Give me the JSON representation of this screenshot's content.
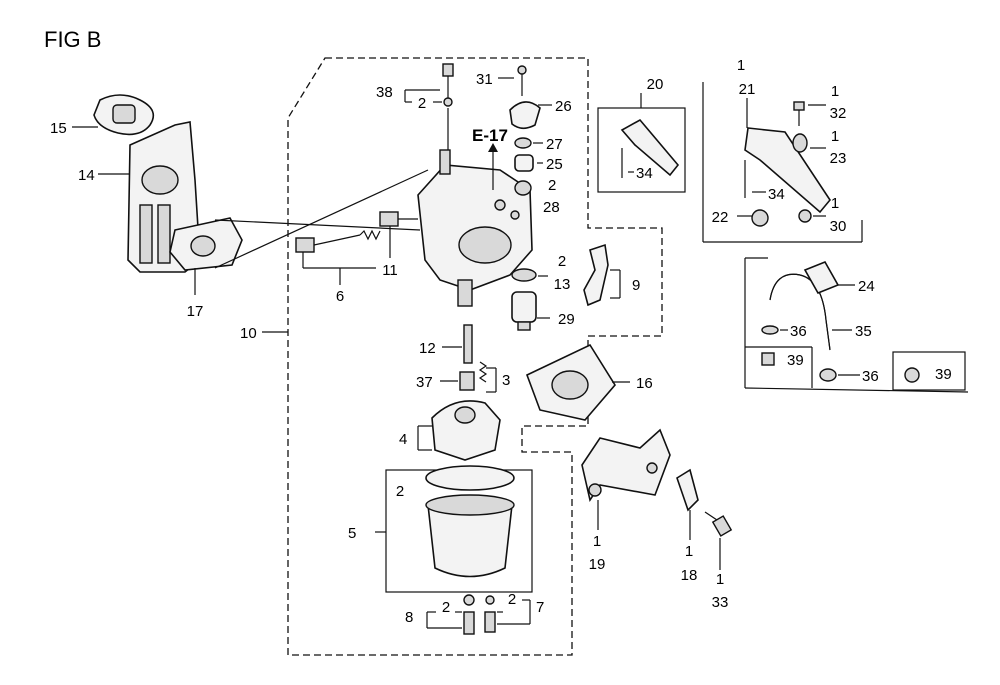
{
  "figure": {
    "title": "FIG B",
    "e_ref": "E-17"
  },
  "callouts": {
    "c1_21": "1",
    "c21": "21",
    "c1_32": "1",
    "c32": "32",
    "c1_23": "1",
    "c23": "23",
    "c1_30": "1",
    "c30": "30",
    "c34b": "34",
    "c22": "22",
    "c20": "20",
    "c34a": "34",
    "c24": "24",
    "c36a": "36",
    "c35": "35",
    "c39a": "39",
    "c36b": "36",
    "c39b": "39",
    "c15": "15",
    "c14": "14",
    "c17": "17",
    "c38": "38",
    "c2_38": "2",
    "c31": "31",
    "c26": "26",
    "c27": "27",
    "c25": "25",
    "c2_28": "2",
    "c28": "28",
    "c11": "11",
    "c6": "6",
    "c10": "10",
    "c2_13": "2",
    "c13": "13",
    "c9": "9",
    "c29": "29",
    "c12": "12",
    "c37": "37",
    "c3": "3",
    "c4": "4",
    "c16": "16",
    "c2_5": "2",
    "c5": "5",
    "c8": "8",
    "c2_8": "2",
    "c2_7": "2",
    "c7": "7",
    "c1_19": "1",
    "c19": "19",
    "c1_18": "1",
    "c18": "18",
    "c1_33": "1",
    "c33": "33"
  }
}
